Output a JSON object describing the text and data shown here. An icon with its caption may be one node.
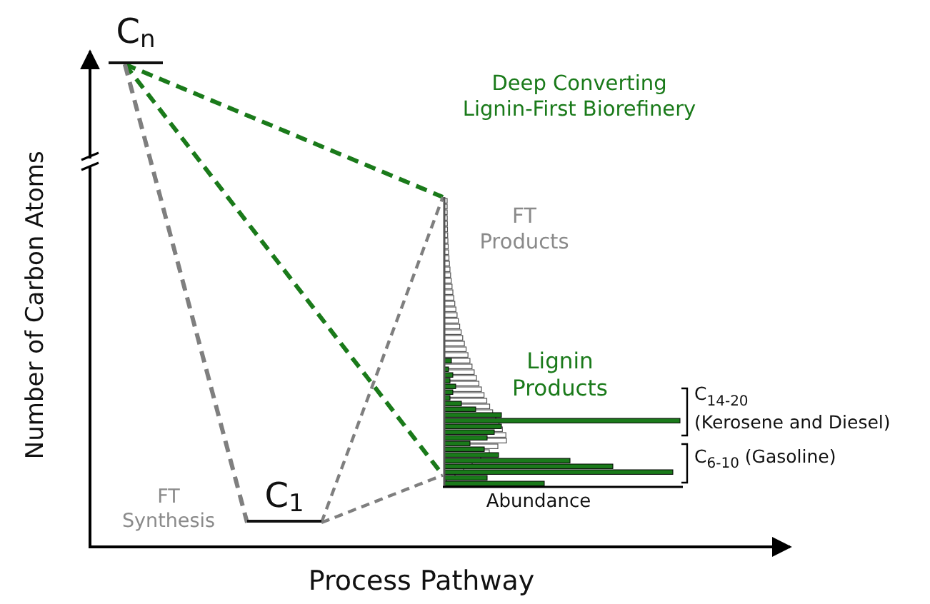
{
  "diagram": {
    "nodes": [
      {
        "text": [
          "C$_{n}$"
        ]
      },
      {
        "text": [
          "C$_{1}$"
        ]
      },
      {
        "text": [],
        "shape": "picture"
      }
    ],
    "edges": [
      {
        "from": 0,
        "to": 2,
        "arrow": "none",
        "style": "dashed",
        "color": "#1a7a1a"
      },
      {
        "from": 0,
        "to": 2,
        "arrow": "none",
        "style": "dashed",
        "color": "#1a7a1a"
      },
      {
        "from": 0,
        "to": 1,
        "arrow": "none",
        "style": "dashed"
      },
      {
        "from": 1,
        "to": 2,
        "arrow": "none",
        "style": "dashed"
      },
      {
        "from": 1,
        "to": 2,
        "arrow": "none",
        "style": "dashed"
      }
    ],
    "labels": [
      "Deep Converting Lignin-First Biorefinery",
      "FT Products",
      "Lignin Products",
      "C$_{14-20}$ (Kerosene and Diesel)",
      "C$_{6-10}$ (Gasoline)",
      "Abundance",
      "FT Synthesis",
      "Number of Carbon Atoms",
      "Process Pathway"
    ]
  }
}
